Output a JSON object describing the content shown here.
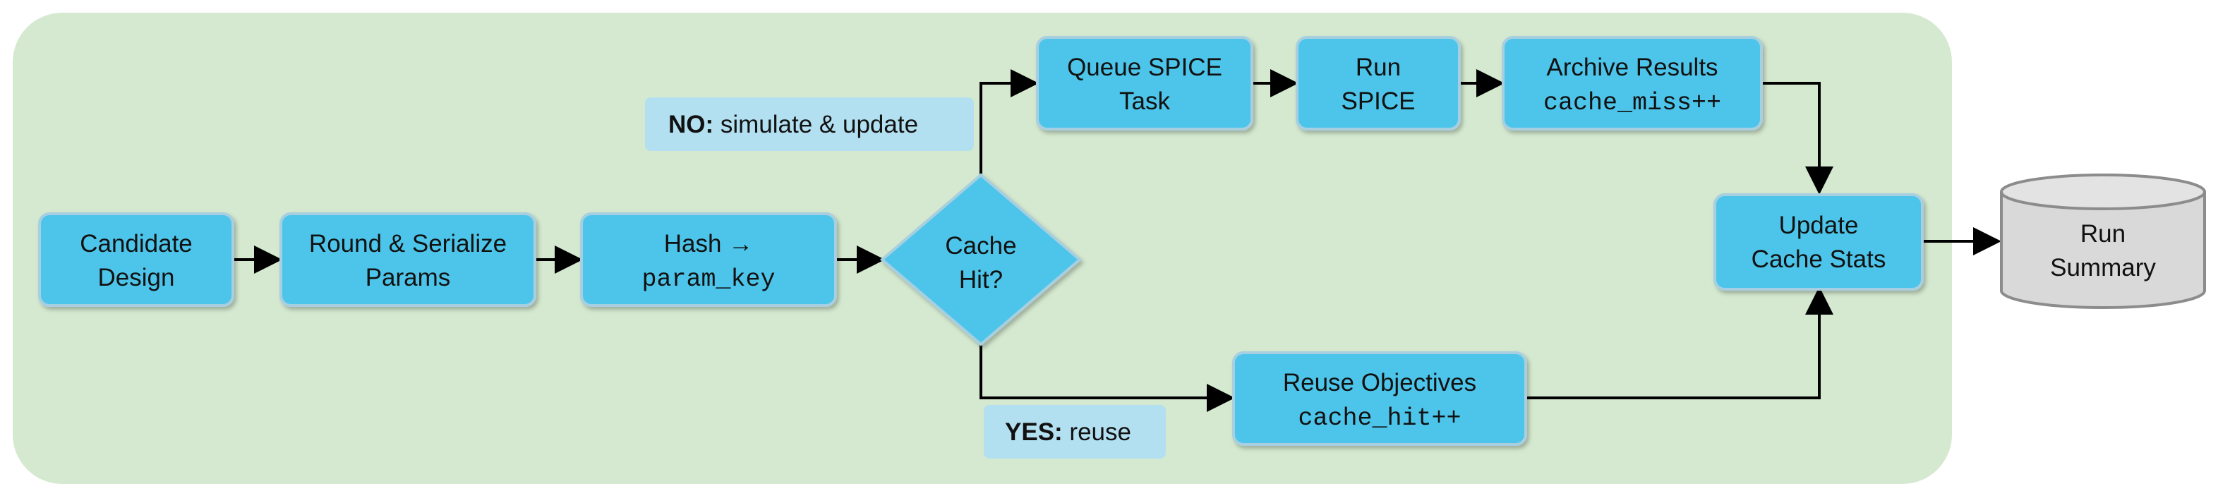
{
  "colors": {
    "background_region": "#d4e9cf",
    "node_fill": "#4ec5ea",
    "node_stroke": "#a7cfe0",
    "label_fill": "#b3e0f1",
    "cylinder_fill": "#d9d9d9",
    "cylinder_stroke": "#8c8c8c",
    "arrow": "#000000"
  },
  "nodes": {
    "candidate_design": {
      "line1": "Candidate",
      "line2": "Design"
    },
    "round_serialize": {
      "line1": "Round & Serialize",
      "line2": "Params"
    },
    "hash": {
      "line1": "Hash →",
      "line2": "param_key"
    },
    "cache_hit": {
      "line1": "Cache",
      "line2": "Hit?"
    },
    "queue_spice": {
      "line1": "Queue SPICE",
      "line2": "Task"
    },
    "run_spice": {
      "line1": "Run",
      "line2": "SPICE"
    },
    "archive_results": {
      "line1": "Archive Results",
      "line2": "cache_miss++"
    },
    "update_cache_stats": {
      "line1": "Update",
      "line2": "Cache Stats"
    },
    "reuse_objectives": {
      "line1": "Reuse Objectives",
      "line2": "cache_hit++"
    },
    "run_summary": {
      "line1": "Run",
      "line2": "Summary"
    }
  },
  "branch_labels": {
    "no": {
      "bold": "NO:",
      "text": " simulate & update"
    },
    "yes": {
      "bold": "YES:",
      "text": " reuse"
    }
  }
}
